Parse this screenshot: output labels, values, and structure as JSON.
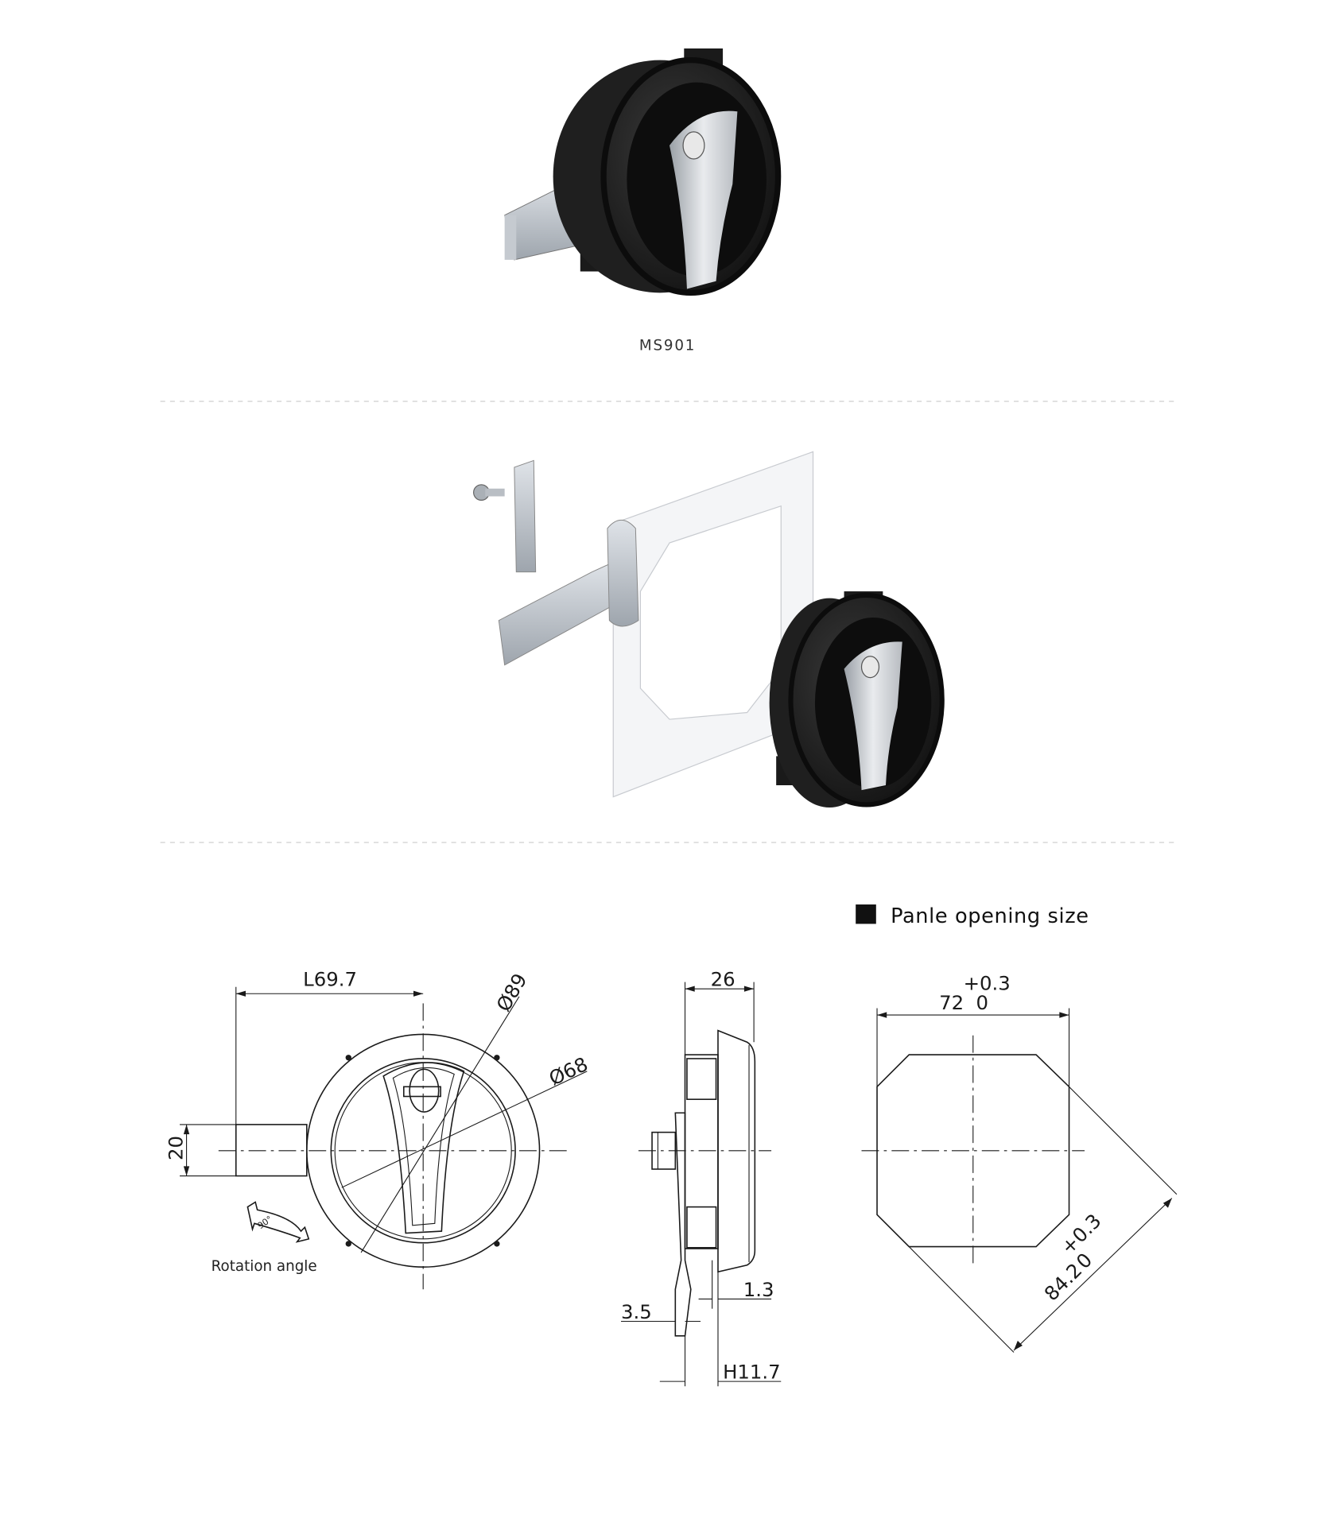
{
  "product": {
    "model": "MS901"
  },
  "panel_section": {
    "title": "Panle opening size"
  },
  "front_view": {
    "length": "L69.7",
    "outer_diameter": "Ø89",
    "inner_diameter": "Ø68",
    "tab_width": "20",
    "rotation_degrees": "90°",
    "rotation_label": "Rotation angle"
  },
  "side_view": {
    "depth": "26",
    "flange": "1.3",
    "cam_thickness": "3.5",
    "height": "H11.7"
  },
  "panel_opening": {
    "width_value": "72",
    "width_tol_upper": "+0.3",
    "width_tol_lower": "0",
    "diagonal_value": "84.2",
    "diagonal_tol_upper": "+0.3",
    "diagonal_tol_lower": "0"
  },
  "colors": {
    "lock_body": "#1c1c1c",
    "chrome": "#c9ccd0",
    "line": "#1a1a1a"
  }
}
